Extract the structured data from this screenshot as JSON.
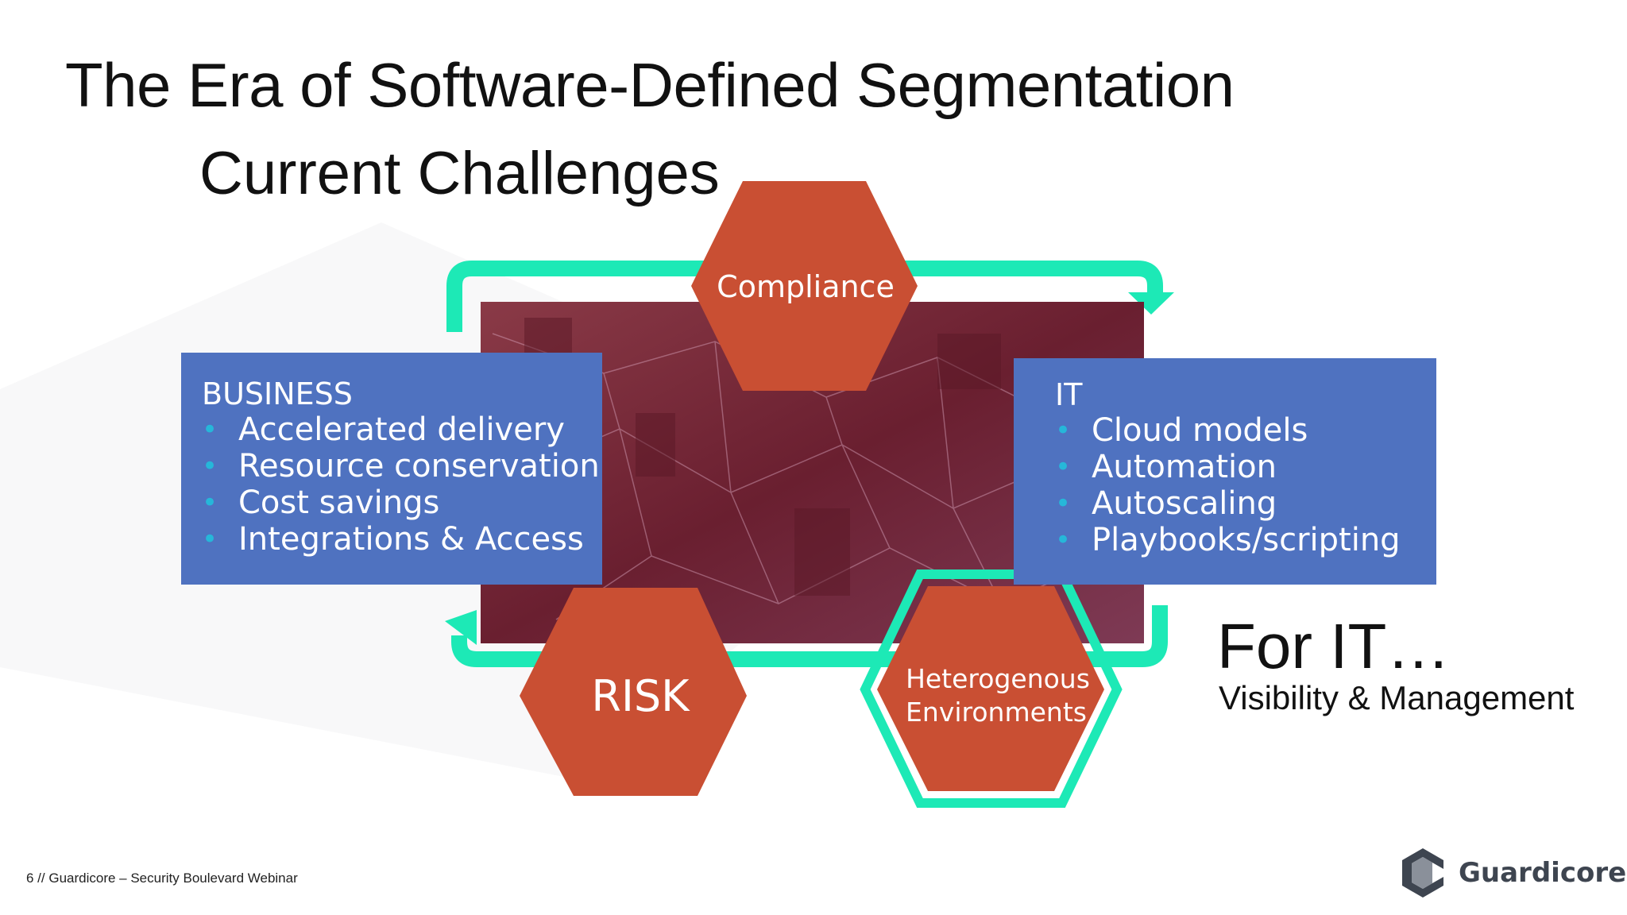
{
  "slide": {
    "title": "The Era of Software-Defined Segmentation",
    "subtitle": "Current Challenges"
  },
  "diagram": {
    "hexagons": {
      "compliance": "Compliance",
      "risk": "RISK",
      "heterogenous_line1": "Heterogenous",
      "heterogenous_line2": "Environments"
    },
    "business": {
      "title": "BUSINESS",
      "items": [
        "Accelerated delivery",
        "Resource conservation",
        "Cost savings",
        "Integrations & Access"
      ]
    },
    "it": {
      "title": "IT",
      "items": [
        "Cloud models",
        "Automation",
        "Autoscaling",
        "Playbooks/scripting"
      ]
    },
    "colors": {
      "hexagon": "#c94f33",
      "box": "#4f72c0",
      "arrow": "#1de9b6",
      "bullet": "#26b7d9",
      "photo_tint": "#7a2a3a"
    }
  },
  "callout": {
    "heading": "For IT…",
    "subheading": "Visibility & Management"
  },
  "footer": {
    "text": "6 // Guardicore – Security Boulevard Webinar",
    "brand": "Guardicore"
  }
}
